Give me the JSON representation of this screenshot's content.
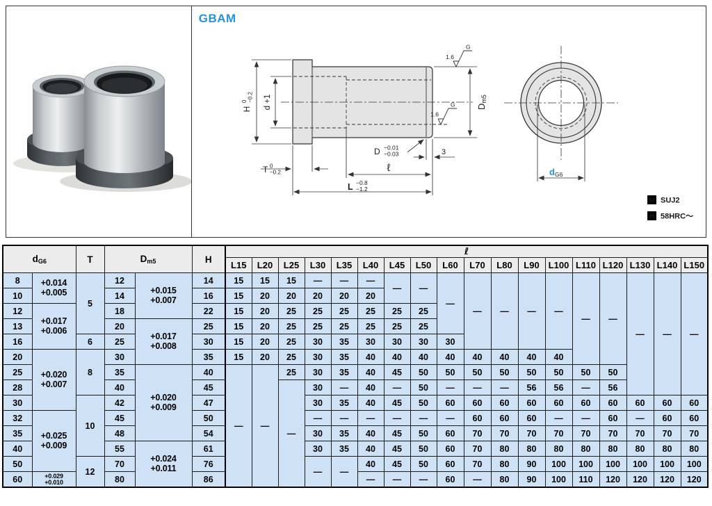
{
  "header": {
    "title": "GBAM"
  },
  "colors": {
    "accent": "#2492dc",
    "cell_bg": "#cfe2f5",
    "head_bg": "#ececec"
  },
  "drawing": {
    "labels": {
      "H_name": "H",
      "H_upper": "0",
      "H_lower": "−0.2",
      "d_plus": "d +1",
      "T_name": "T",
      "T_upper": "0",
      "T_lower": "−0.2",
      "D_name": "D",
      "D_upper": "−0.01",
      "D_lower": "−0.03",
      "chamfer": "3",
      "ell": "ℓ",
      "L_name": "L",
      "L_upper": "−0.8",
      "L_lower": "−1.2",
      "Dm_main": "D",
      "Dm_sub": "m5",
      "dg_main": "d",
      "dg_sub": "G6",
      "finish": "1.6",
      "finish_flag": "G"
    },
    "materials": [
      {
        "badge": "M",
        "value": "SUJ2"
      },
      {
        "badge": "H",
        "value": "58HRC～"
      }
    ]
  },
  "table": {
    "head1": [
      {
        "main": "d",
        "sub": "G6",
        "cs": 2,
        "rs": 2
      },
      {
        "t": "T",
        "rs": 2
      },
      {
        "main": "D",
        "sub": "m5",
        "cs": 2,
        "rs": 2
      },
      {
        "t": "H",
        "rs": 2
      },
      {
        "t": "ℓ",
        "cs": 18,
        "cls": "ell lb"
      }
    ],
    "head2": [
      {
        "t": "L15",
        "cls": "lb"
      },
      "L20",
      "L25",
      "L30",
      "L35",
      "L40",
      "L45",
      "L50",
      "L60",
      "L70",
      "L80",
      "L90",
      "L100",
      "L110",
      "L120",
      "L130",
      "L140",
      "L150"
    ],
    "rows": [
      [
        {
          "t": "8",
          "cls": "d"
        },
        {
          "tol": [
            "+0.014",
            "+0.005"
          ],
          "rs": 2
        },
        {
          "t": "5",
          "rs": 4
        },
        {
          "t": "12"
        },
        {
          "tol": [
            "+0.015",
            "+0.007"
          ],
          "rs": 3
        },
        {
          "t": "14"
        },
        {
          "t": "15",
          "cls": "lb"
        },
        "15",
        "15",
        "—",
        "—",
        "—",
        {
          "t": "—",
          "rs": 2
        },
        {
          "t": "—",
          "rs": 2
        },
        {
          "t": "—",
          "rs": 4
        },
        {
          "t": "—",
          "rs": 5
        },
        {
          "t": "—",
          "rs": 5
        },
        {
          "t": "—",
          "rs": 5
        },
        {
          "t": "—",
          "rs": 5
        },
        {
          "t": "—",
          "rs": 6
        },
        {
          "t": "—",
          "rs": 6
        },
        {
          "t": "—",
          "rs": 8
        },
        {
          "t": "—",
          "rs": 8
        },
        {
          "t": "—",
          "rs": 8
        }
      ],
      [
        {
          "t": "10",
          "cls": "d"
        },
        {
          "t": "14"
        },
        {
          "t": "16"
        },
        {
          "t": "15",
          "cls": "lb"
        },
        "20",
        "20",
        "20",
        "20",
        "20"
      ],
      [
        {
          "t": "12",
          "cls": "d"
        },
        {
          "tol": [
            "+0.017",
            "+0.006"
          ],
          "rs": 3
        },
        {
          "t": "18"
        },
        {
          "t": "22"
        },
        {
          "t": "15",
          "cls": "lb"
        },
        "20",
        "25",
        "25",
        "25",
        "25",
        "25",
        "25"
      ],
      [
        {
          "t": "13",
          "cls": "d"
        },
        {
          "t": "20"
        },
        {
          "tol": [
            "+0.017",
            "+0.008"
          ],
          "rs": 3
        },
        {
          "t": "25"
        },
        {
          "t": "15",
          "cls": "lb"
        },
        "20",
        "25",
        "25",
        "25",
        "25",
        "25",
        "25"
      ],
      [
        {
          "t": "16",
          "cls": "d"
        },
        {
          "t": "6"
        },
        {
          "t": "25"
        },
        {
          "t": "30"
        },
        {
          "t": "15",
          "cls": "lb"
        },
        "20",
        "25",
        "30",
        "35",
        "30",
        "30",
        "30",
        "30"
      ],
      [
        {
          "t": "20",
          "cls": "d"
        },
        {
          "tol": [
            "+0.020",
            "+0.007"
          ],
          "rs": 4
        },
        {
          "t": "8",
          "rs": 3
        },
        {
          "t": "30"
        },
        {
          "t": "35"
        },
        {
          "t": "15",
          "cls": "lb"
        },
        "20",
        "25",
        "30",
        "35",
        "40",
        "40",
        "40",
        "40",
        "40",
        "40",
        "40",
        "40"
      ],
      [
        {
          "t": "25",
          "cls": "d"
        },
        {
          "t": "35"
        },
        {
          "tol": [
            "+0.020",
            "+0.009"
          ],
          "rs": 5
        },
        {
          "t": "40"
        },
        {
          "t": "—",
          "rs": 8,
          "cls": "lb"
        },
        {
          "t": "—",
          "rs": 8
        },
        "25",
        "30",
        "35",
        "40",
        "45",
        "50",
        "50",
        "50",
        "50",
        "50",
        "50",
        "50",
        "50"
      ],
      [
        {
          "t": "28",
          "cls": "d"
        },
        {
          "t": "40"
        },
        {
          "t": "45"
        },
        {
          "t": "—",
          "rs": 7
        },
        "30",
        "—",
        "40",
        "—",
        "50",
        "—",
        "—",
        "—",
        "56",
        "56",
        "—",
        "56"
      ],
      [
        {
          "t": "30",
          "cls": "d"
        },
        {
          "t": "10",
          "rs": 4
        },
        {
          "t": "42"
        },
        {
          "t": "47"
        },
        "30",
        "35",
        "40",
        "45",
        "50",
        "60",
        "60",
        "60",
        "60",
        "60",
        "60",
        "60",
        "60",
        "60",
        "60"
      ],
      [
        {
          "t": "32",
          "cls": "d"
        },
        {
          "tol": [
            "+0.025",
            "+0.009"
          ],
          "rs": 4
        },
        {
          "t": "45"
        },
        {
          "t": "50"
        },
        "—",
        "—",
        "—",
        "—",
        "—",
        "—",
        "60",
        "60",
        "60",
        "—",
        "—",
        "60",
        "—",
        "60",
        "60"
      ],
      [
        {
          "t": "35",
          "cls": "d"
        },
        {
          "t": "48"
        },
        {
          "t": "54"
        },
        "30",
        "35",
        "40",
        "45",
        "50",
        "60",
        "70",
        "70",
        "70",
        "70",
        "70",
        "70",
        "70",
        "70",
        "70"
      ],
      [
        {
          "t": "40",
          "cls": "d"
        },
        {
          "t": "55"
        },
        {
          "tol": [
            "+0.024",
            "+0.011"
          ],
          "rs": 3
        },
        {
          "t": "61"
        },
        "30",
        "35",
        "40",
        "45",
        "50",
        "60",
        "70",
        "80",
        "80",
        "80",
        "80",
        "80",
        "80",
        "80",
        "80"
      ],
      [
        {
          "t": "50",
          "cls": "d"
        },
        {
          "t": "12",
          "rs": 2
        },
        {
          "t": "70"
        },
        {
          "t": "76"
        },
        {
          "t": "—",
          "rs": 2
        },
        {
          "t": "—",
          "rs": 2
        },
        "40",
        "45",
        "50",
        "60",
        "70",
        "80",
        "90",
        "100",
        "100",
        "100",
        "100",
        "100",
        "100"
      ],
      [
        {
          "t": "60",
          "cls": "d"
        },
        {
          "tol": [
            "+0.029",
            "+0.010"
          ],
          "cls": "sm"
        },
        {
          "t": "80"
        },
        {
          "t": "86"
        },
        "—",
        "—",
        "—",
        "60",
        "—",
        "80",
        "90",
        "100",
        "110",
        "120",
        "120",
        "120",
        "120"
      ]
    ]
  }
}
